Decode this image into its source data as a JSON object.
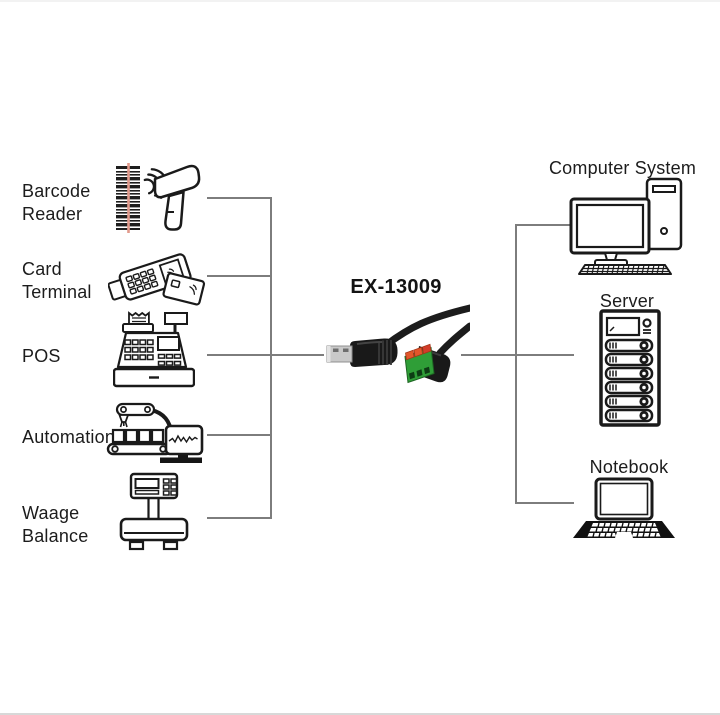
{
  "diagram": {
    "product_label": "EX-13009",
    "left_devices": [
      {
        "label": "Barcode\nReader",
        "icon": "barcode-reader-icon"
      },
      {
        "label": "Card\nTerminal",
        "icon": "card-terminal-icon"
      },
      {
        "label": "POS",
        "icon": "pos-cash-register-icon"
      },
      {
        "label": "Automation",
        "icon": "robot-arm-conveyor-icon"
      },
      {
        "label": "Waage\nBalance",
        "icon": "weighing-scale-icon"
      }
    ],
    "right_devices": [
      {
        "label": "Computer System",
        "icon": "desktop-computer-icon"
      },
      {
        "label": "Server",
        "icon": "server-rack-icon"
      },
      {
        "label": "Notebook",
        "icon": "notebook-laptop-icon"
      }
    ],
    "center_image": "usb-a-to-terminal-block-cable-photo",
    "colors": {
      "background": "#ffffff",
      "text": "#1c1c1c",
      "connector_line": "#7d7d7d",
      "icon_stroke": "#1a1a1a",
      "barcode_scan_line": "#e29a8c",
      "usb_metal": "#c9c9c9",
      "cable_black": "#1c1c1c",
      "terminal_green": "#2f9e37",
      "lever_orange": "#e2572b"
    }
  }
}
